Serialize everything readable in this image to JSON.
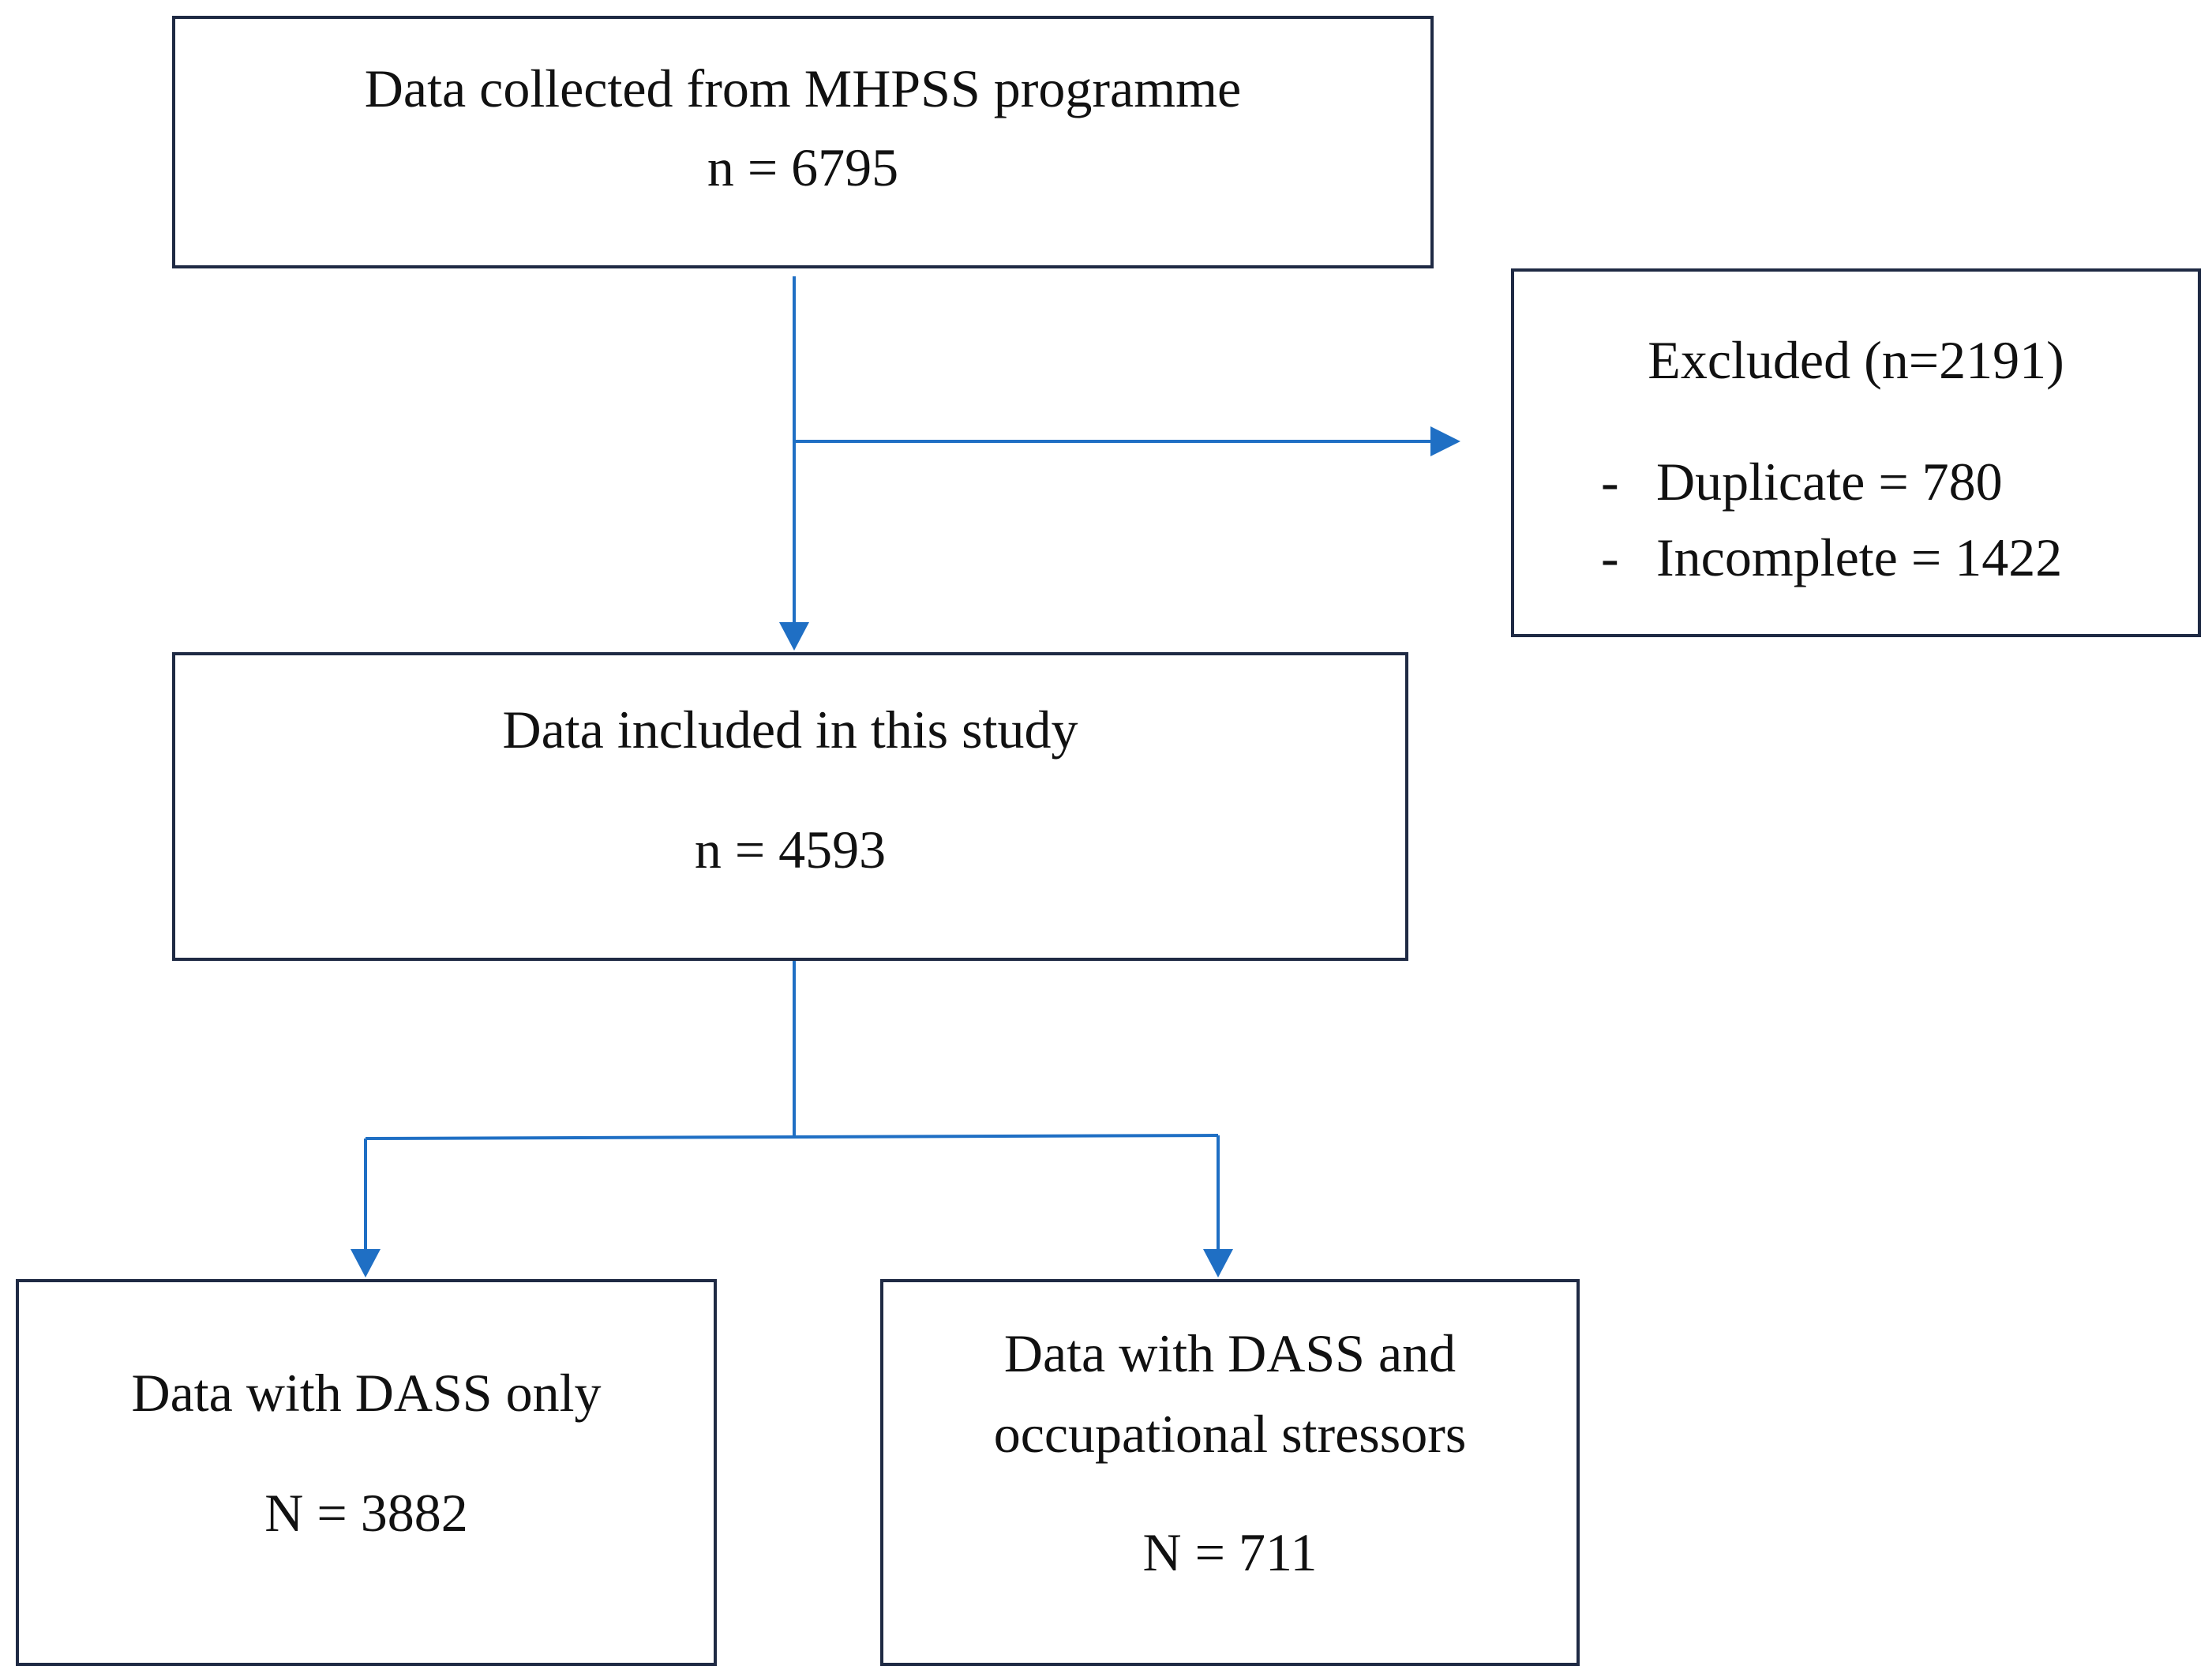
{
  "flow": {
    "collected": {
      "title": "Data collected from MHPSS programme",
      "count": "n = 6795"
    },
    "excluded": {
      "title": "Excluded (n=2191)",
      "items": [
        {
          "bullet": "-",
          "label": "Duplicate = 780"
        },
        {
          "bullet": "-",
          "label": "Incomplete = 1422"
        }
      ]
    },
    "included": {
      "title": "Data included in this study",
      "count": "n = 4593"
    },
    "dass_only": {
      "title": "Data with DASS only",
      "count": "N = 3882"
    },
    "dass_occupational": {
      "title_line1": "Data with DASS and",
      "title_line2": "occupational stressors",
      "count": "N = 711"
    }
  },
  "colors": {
    "arrow": "#1f6fc4",
    "box_border": "#1f2a44",
    "text": "#111111"
  }
}
